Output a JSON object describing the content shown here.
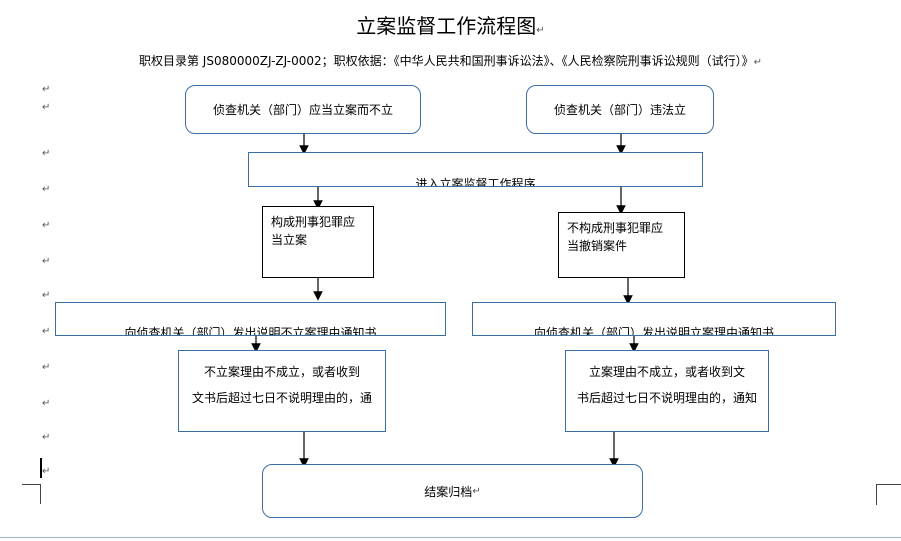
{
  "title": "立案监督工作流程图",
  "subtitle": "职权目录第 JS080000ZJ-ZJ-0002；职权依据：《中华人民共和国刑事诉讼法》、《人民检察院刑事诉讼规则（试行）》",
  "paragraph_mark": "↵",
  "nodes": {
    "start_left": "侦查机关（部门）应当立案而不立",
    "start_right": "侦查机关（部门）违法立",
    "enter_procedure": "进入立案监督工作程序",
    "crime_left_line1": "构成刑事犯罪应",
    "crime_left_line2": "当立案",
    "nocrime_right_line1": "不构成刑事犯罪应",
    "nocrime_right_line2": "当撤销案件",
    "notice_left": "向侦查机关（部门）发出说明不立案理由通知书",
    "notice_right": "向侦查机关（部门）发出说明立案理由通知书",
    "result_left_line1": "不立案理由不成立，或者收到",
    "result_left_line2": "文书后超过七日不说明理由的，通",
    "result_right_line1": "立案理由不成立，或者收到文",
    "result_right_line2": "书后超过七日不说明理由的，通知",
    "end": "结案归档"
  }
}
